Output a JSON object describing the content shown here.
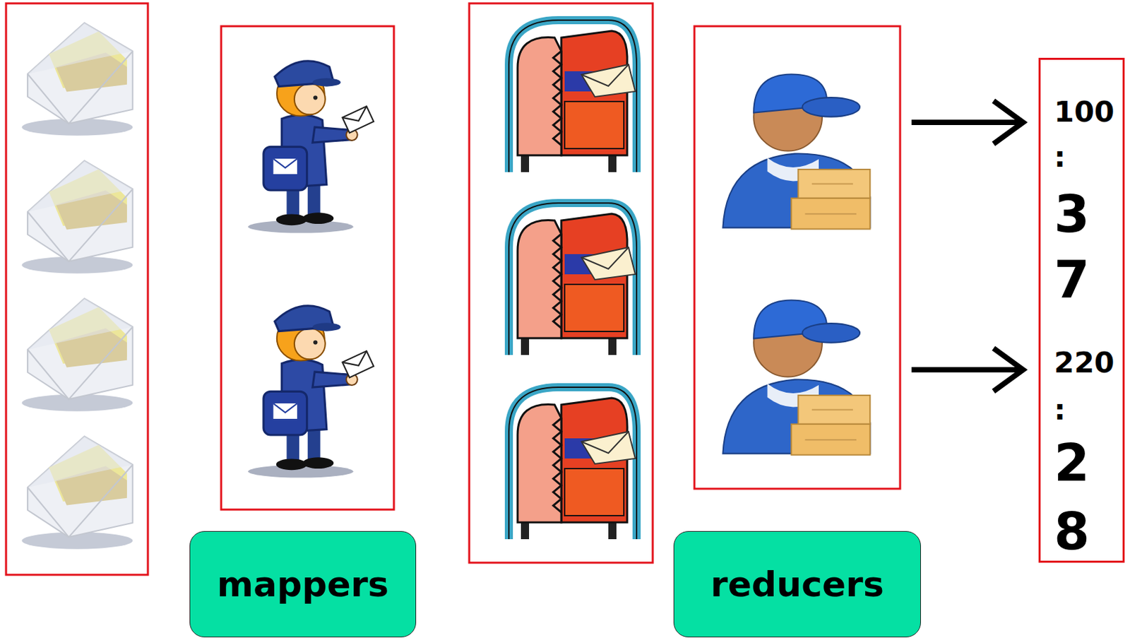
{
  "diagram": {
    "nodes": [
      {
        "text": [
          "mappers"
        ]
      },
      {
        "text": [
          "reducers"
        ]
      },
      {
        "text": [
          "100",
          ":",
          "3",
          "7",
          "220",
          ":",
          "2",
          "8"
        ]
      }
    ]
  }
}
